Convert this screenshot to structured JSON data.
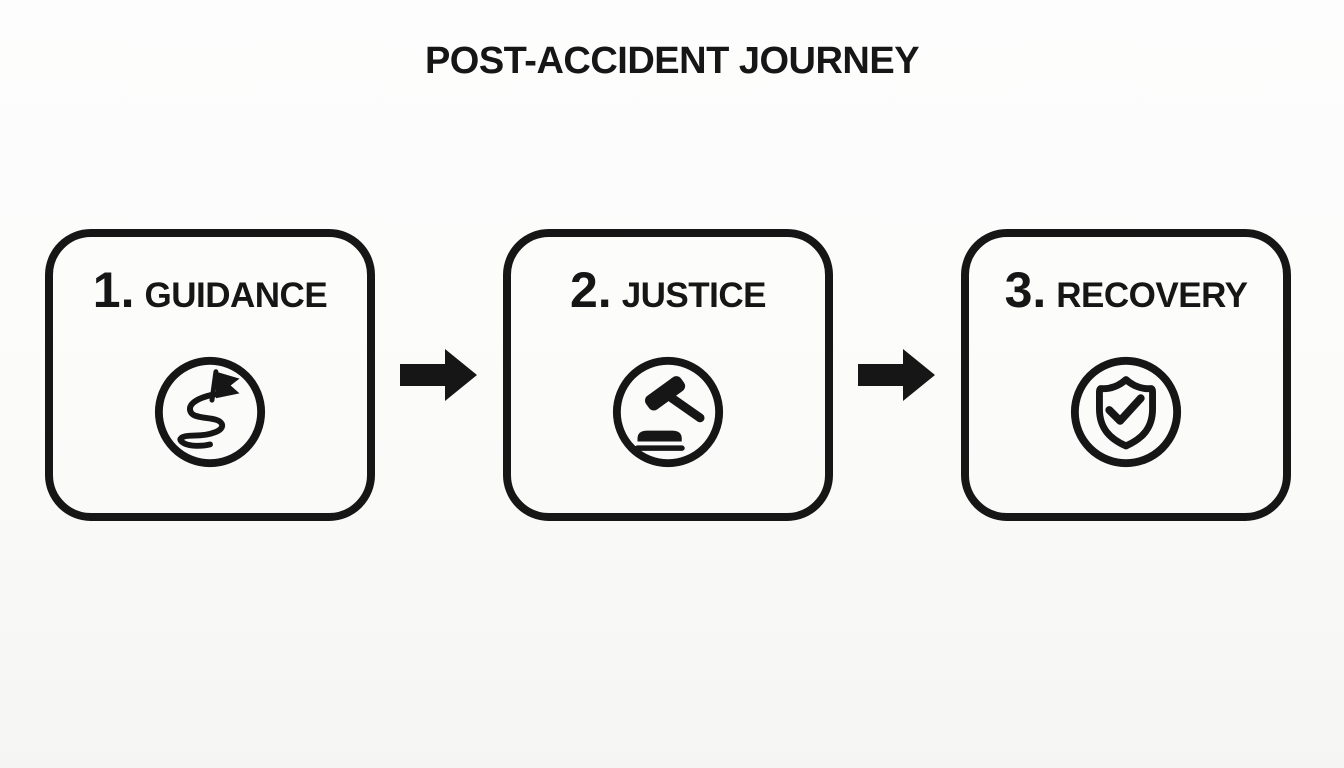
{
  "title": "POST-ACCIDENT JOURNEY",
  "steps": [
    {
      "number": "1.",
      "label": "GUIDANCE",
      "icon": "winding-path-flag-icon"
    },
    {
      "number": "2.",
      "label": "JUSTICE",
      "icon": "gavel-icon"
    },
    {
      "number": "3.",
      "label": "RECOVERY",
      "icon": "shield-check-icon"
    }
  ],
  "separator_icon": "arrow-right-icon",
  "colors": {
    "ink": "#161616",
    "background": "#fbfbfa"
  }
}
